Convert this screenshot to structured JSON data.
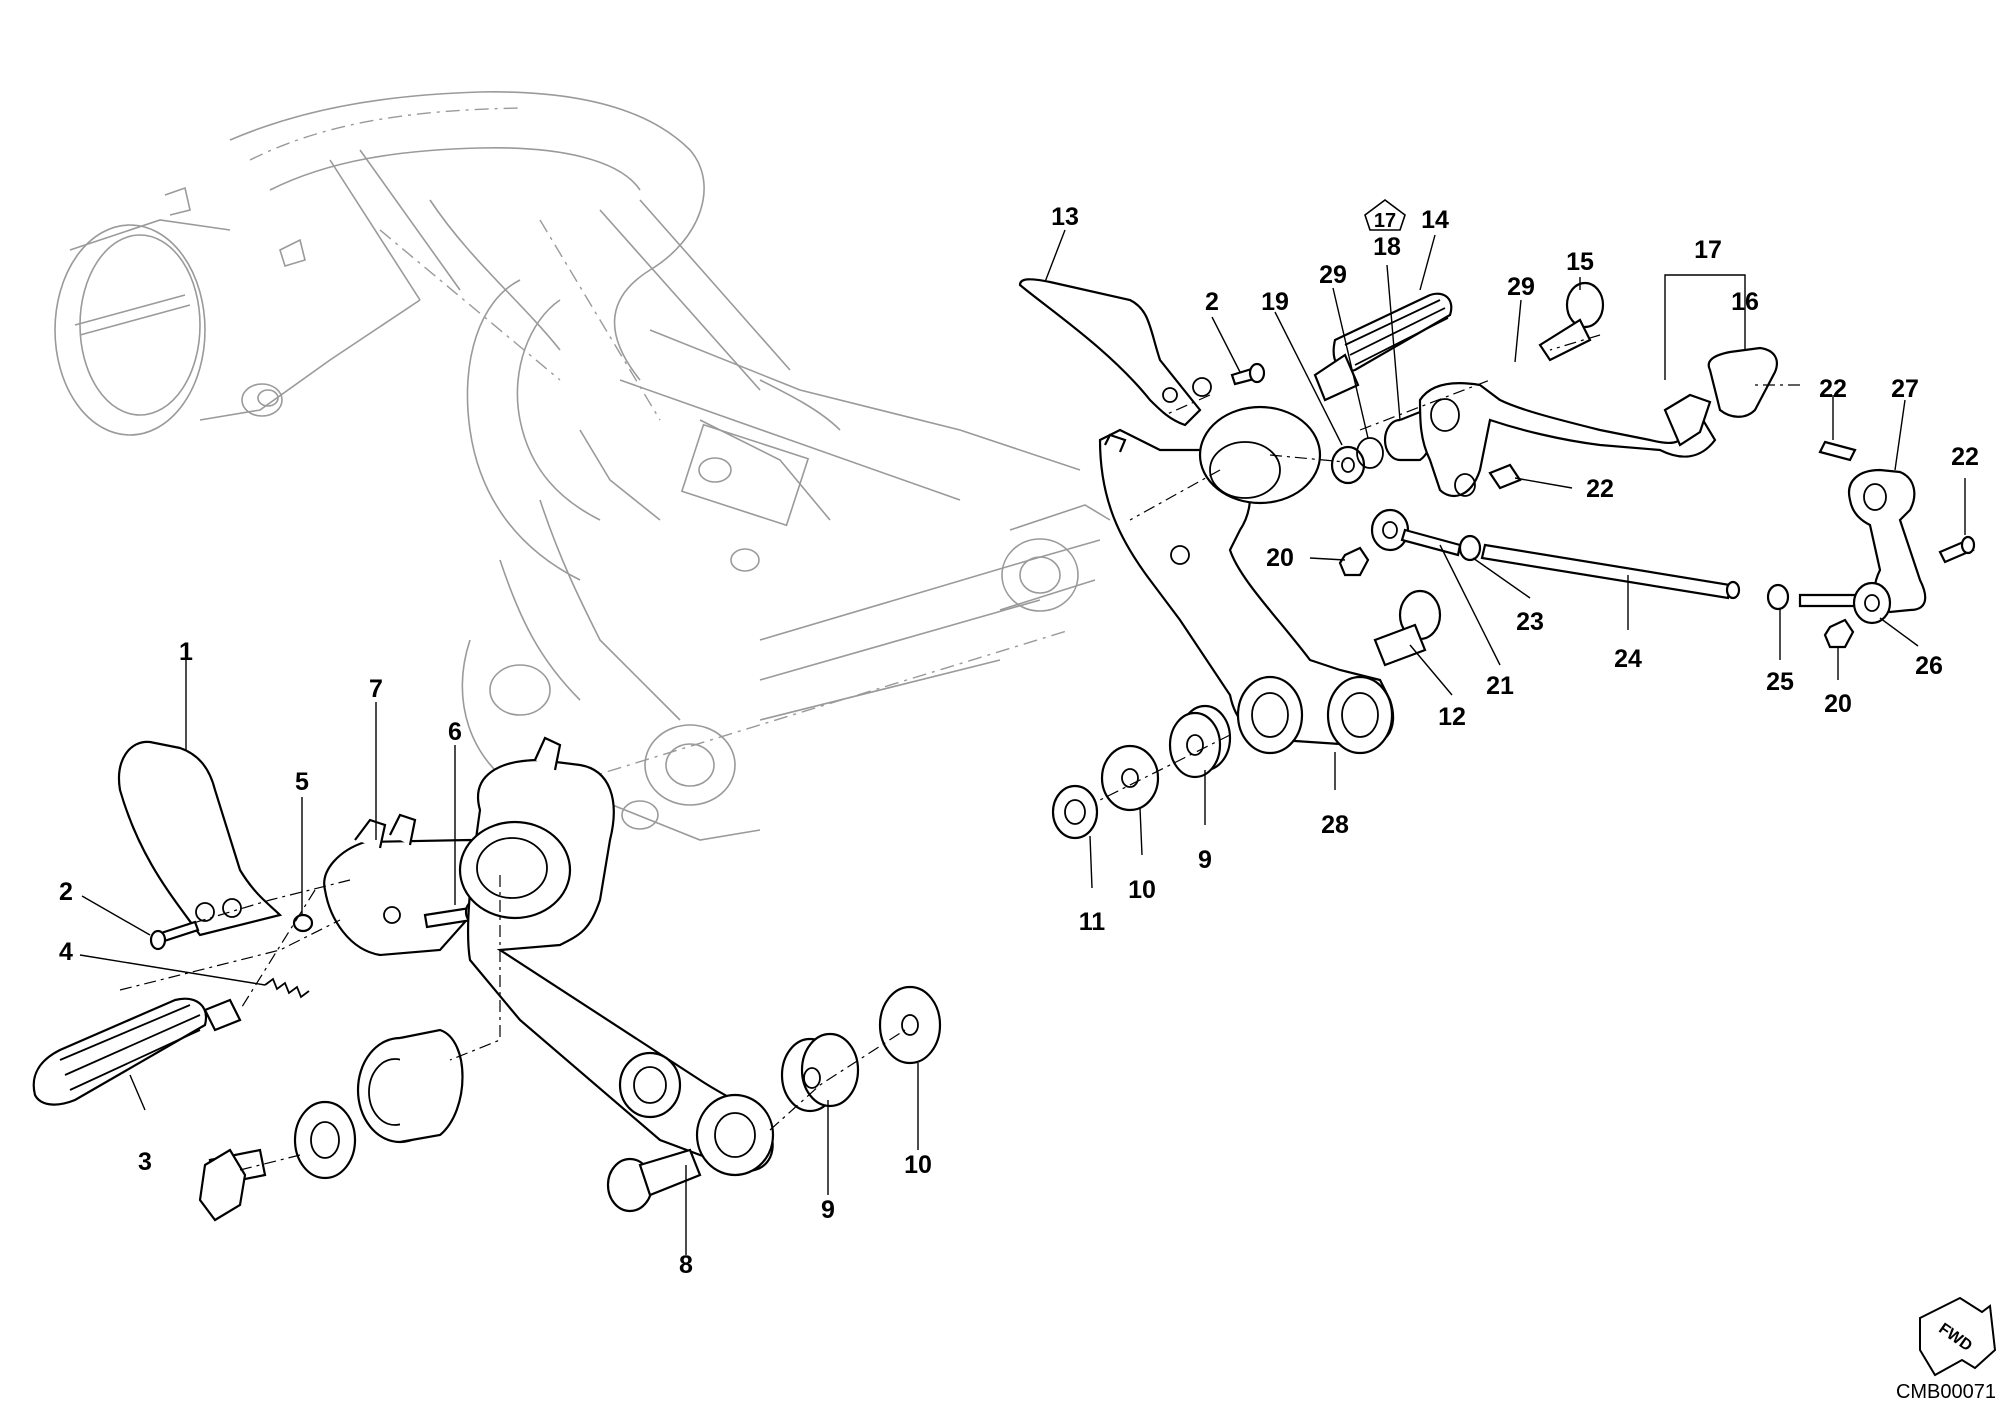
{
  "diagram": {
    "callouts": [
      {
        "id": "c1",
        "text": "1"
      },
      {
        "id": "c2a",
        "text": "2"
      },
      {
        "id": "c3",
        "text": "3"
      },
      {
        "id": "c4",
        "text": "4"
      },
      {
        "id": "c5",
        "text": "5"
      },
      {
        "id": "c6",
        "text": "6"
      },
      {
        "id": "c7",
        "text": "7"
      },
      {
        "id": "c8",
        "text": "8"
      },
      {
        "id": "c9a",
        "text": "9"
      },
      {
        "id": "c10a",
        "text": "10"
      },
      {
        "id": "c13",
        "text": "13"
      },
      {
        "id": "c2b",
        "text": "2"
      },
      {
        "id": "c19",
        "text": "19"
      },
      {
        "id": "c29a",
        "text": "29"
      },
      {
        "id": "c17b",
        "text": "17"
      },
      {
        "id": "c18",
        "text": "18"
      },
      {
        "id": "c14",
        "text": "14"
      },
      {
        "id": "c29b",
        "text": "29"
      },
      {
        "id": "c15",
        "text": "15"
      },
      {
        "id": "c17",
        "text": "17"
      },
      {
        "id": "c16",
        "text": "16"
      },
      {
        "id": "c22a",
        "text": "22"
      },
      {
        "id": "c27",
        "text": "27"
      },
      {
        "id": "c22b",
        "text": "22"
      },
      {
        "id": "c22c",
        "text": "22"
      },
      {
        "id": "c20a",
        "text": "20"
      },
      {
        "id": "c23",
        "text": "23"
      },
      {
        "id": "c21",
        "text": "21"
      },
      {
        "id": "c24",
        "text": "24"
      },
      {
        "id": "c12",
        "text": "12"
      },
      {
        "id": "c25",
        "text": "25"
      },
      {
        "id": "c26",
        "text": "26"
      },
      {
        "id": "c20b",
        "text": "20"
      },
      {
        "id": "c28",
        "text": "28"
      },
      {
        "id": "c9b",
        "text": "9"
      },
      {
        "id": "c10b",
        "text": "10"
      },
      {
        "id": "c11",
        "text": "11"
      }
    ],
    "direction_label": "FWD",
    "drawing_code": "CMB00071"
  }
}
